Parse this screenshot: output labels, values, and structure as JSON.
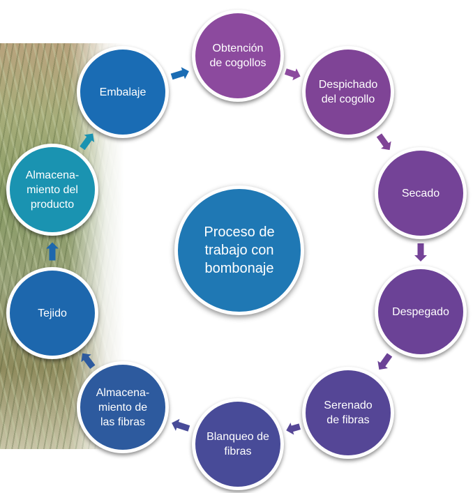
{
  "center": {
    "label": "Proceso de\ntrabajo con\nbombonaje",
    "color": "#1f78b4"
  },
  "steps": [
    {
      "label": "Obtención\nde cogollos",
      "color": "#8c4a9e"
    },
    {
      "label": "Despichado\ndel cogollo",
      "color": "#7f4496"
    },
    {
      "label": "Secado",
      "color": "#744397"
    },
    {
      "label": "Despegado",
      "color": "#6b4296"
    },
    {
      "label": "Serenado\nde fibras",
      "color": "#554696"
    },
    {
      "label": "Blanqueo de\nfibras",
      "color": "#484b98"
    },
    {
      "label": "Almacena-\nmiento de\nlas fibras",
      "color": "#2d5a9e"
    },
    {
      "label": "Tejido",
      "color": "#1d67ad"
    },
    {
      "label": "Almacena-\nmiento del\nproducto",
      "color": "#1a93b1"
    },
    {
      "label": "Embalaje",
      "color": "#1a6cb4"
    }
  ]
}
